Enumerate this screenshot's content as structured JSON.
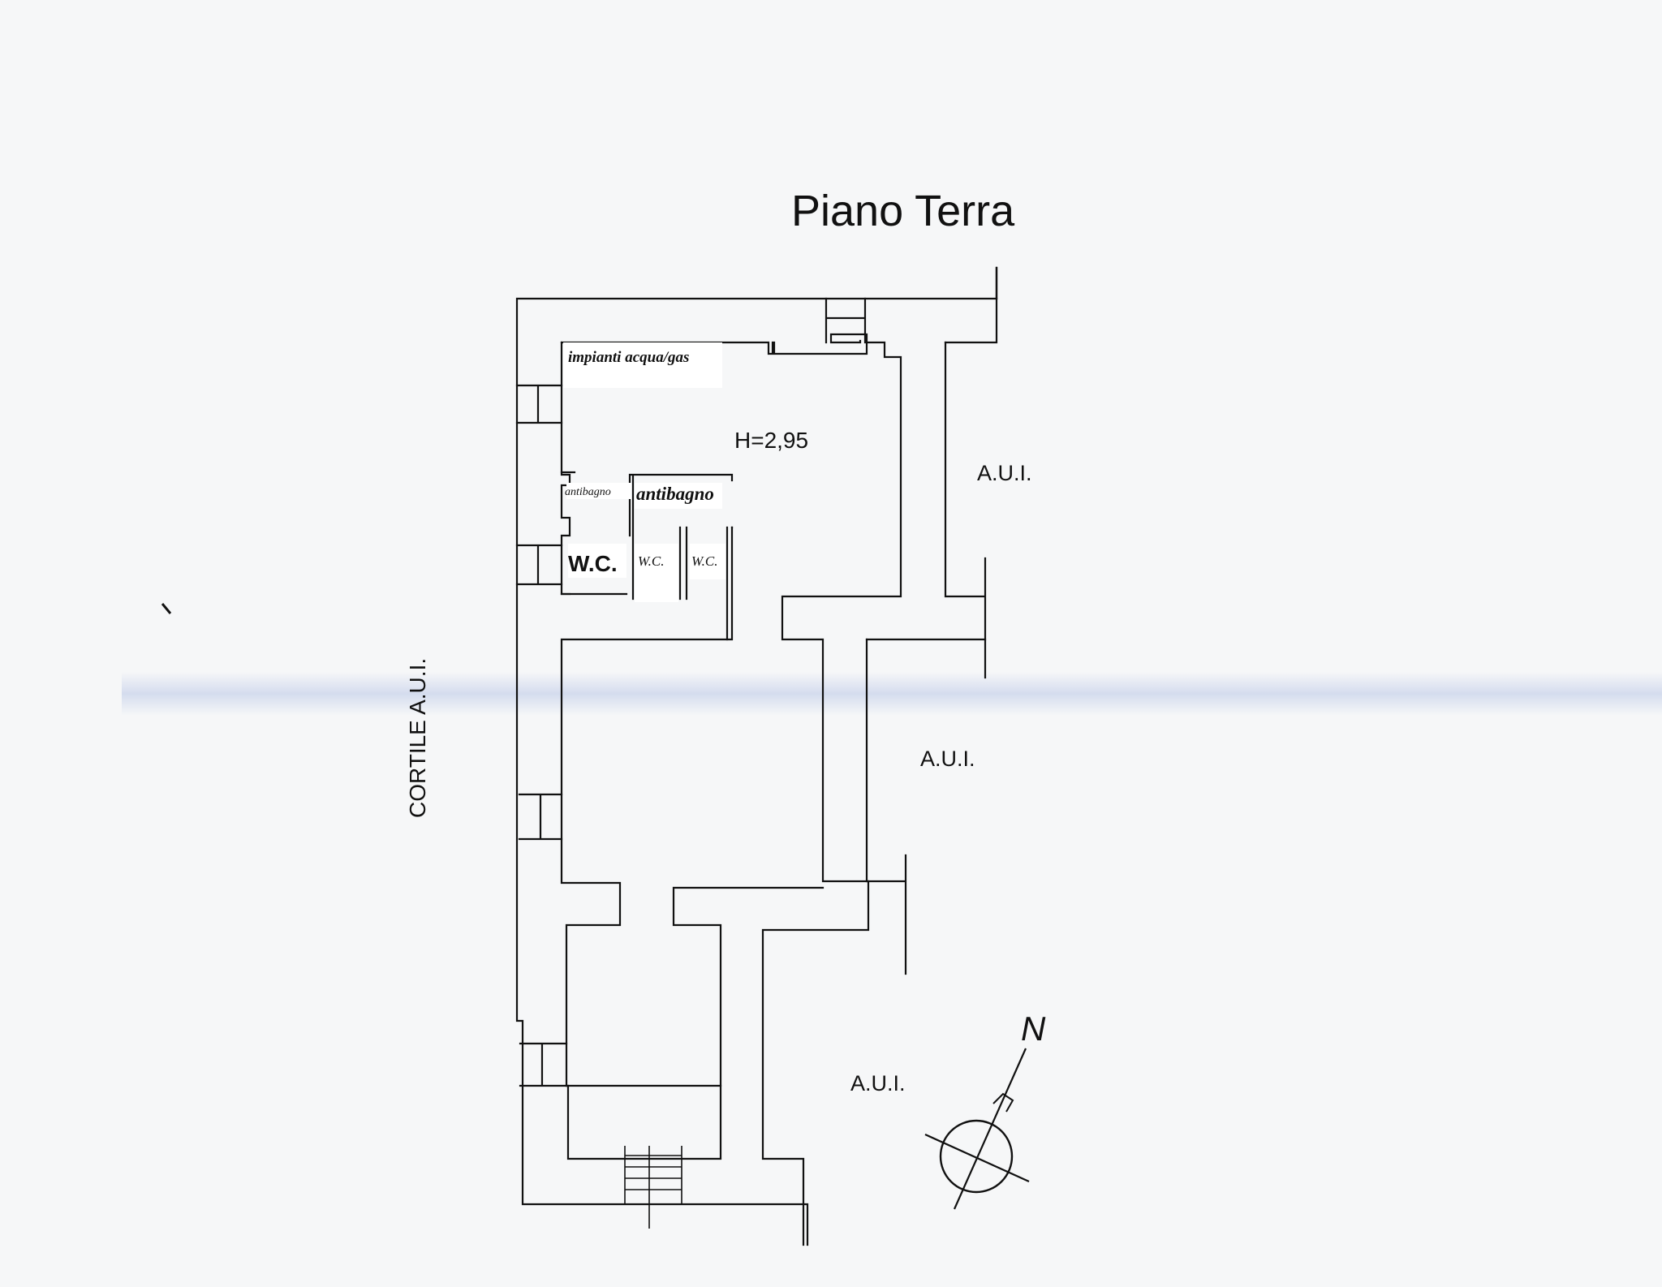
{
  "title": "Piano Terra",
  "labels": {
    "impianti": "impianti acqua/gas",
    "height": "H=2,95",
    "antibagno_small": "antibagno",
    "antibagno_large": "antibagno",
    "wc_1": "W.C.",
    "wc_2": "W.C.",
    "wc_3": "W.C.",
    "aui_1": "A.U.I.",
    "aui_2": "A.U.I.",
    "aui_3": "A.U.I.",
    "cortile": "CORTILE A.U.I.",
    "north": "N"
  },
  "colors": {
    "background": "#f6f7f8",
    "ink": "#111111",
    "scan_streak": "#b9c6e6"
  }
}
